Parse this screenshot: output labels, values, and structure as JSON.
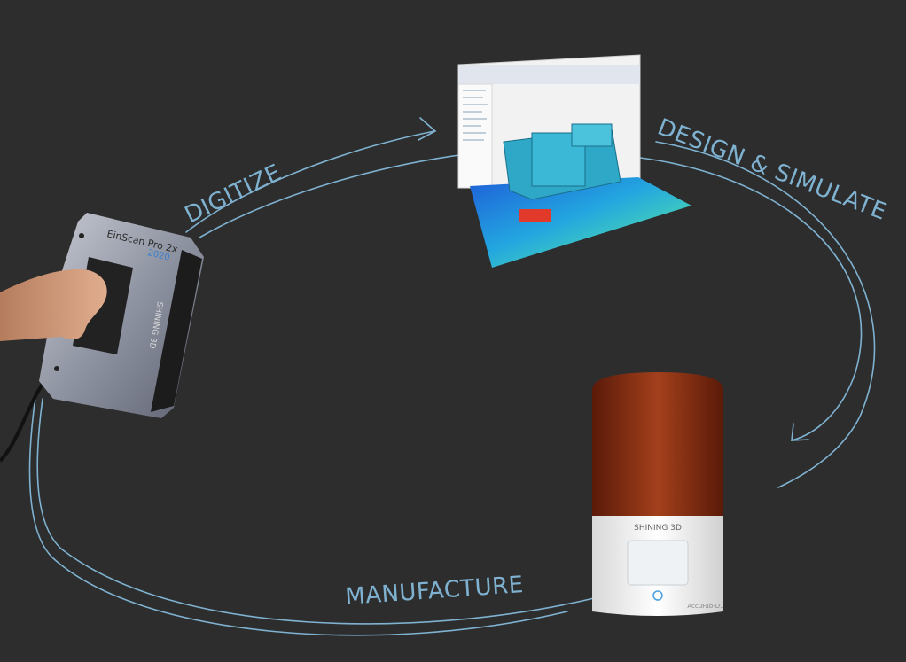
{
  "stages": {
    "digitize": "DIGITIZE",
    "design": "DESIGN & SIMULATE",
    "manufacture": "MANUFACTURE"
  },
  "scanner": {
    "model": "EinScan Pro 2x",
    "year": "2020",
    "brand": "SHINING 3D"
  },
  "printer": {
    "brand": "SHINING 3D",
    "model": "AccuFab-D1"
  },
  "colors": {
    "background": "#2d2d2d",
    "accent": "#7fb2d1",
    "printer_lid": "#8a2a10"
  },
  "icons": [
    "handheld-scanner-icon",
    "software-screen-icon",
    "resin-printer-icon",
    "arrowhead-icon",
    "power-icon"
  ]
}
